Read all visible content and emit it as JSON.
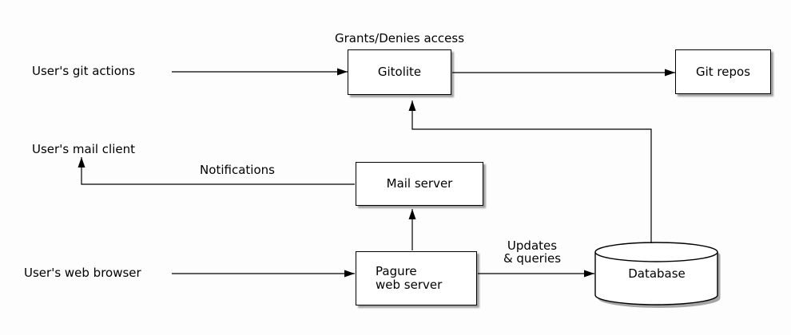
{
  "diagram": {
    "nodes": {
      "gitolite": "Gitolite",
      "git_repos": "Git repos",
      "mail_server": "Mail server",
      "pagure_line1": "Pagure",
      "pagure_line2": "web server",
      "database": "Database"
    },
    "actors": {
      "git_actions": "User's git actions",
      "mail_client": "User's mail client",
      "web_browser": "User's web browser"
    },
    "edge_labels": {
      "access": "Grants/Denies access",
      "notifications": "Notifications",
      "updates_line1": "Updates",
      "updates_line2": "& queries"
    },
    "colors": {
      "background": "#fdfdfd",
      "node_fill": "#ffffff",
      "node_border": "#000000",
      "line": "#000000",
      "shadow": "#999999",
      "text": "#000000"
    }
  }
}
